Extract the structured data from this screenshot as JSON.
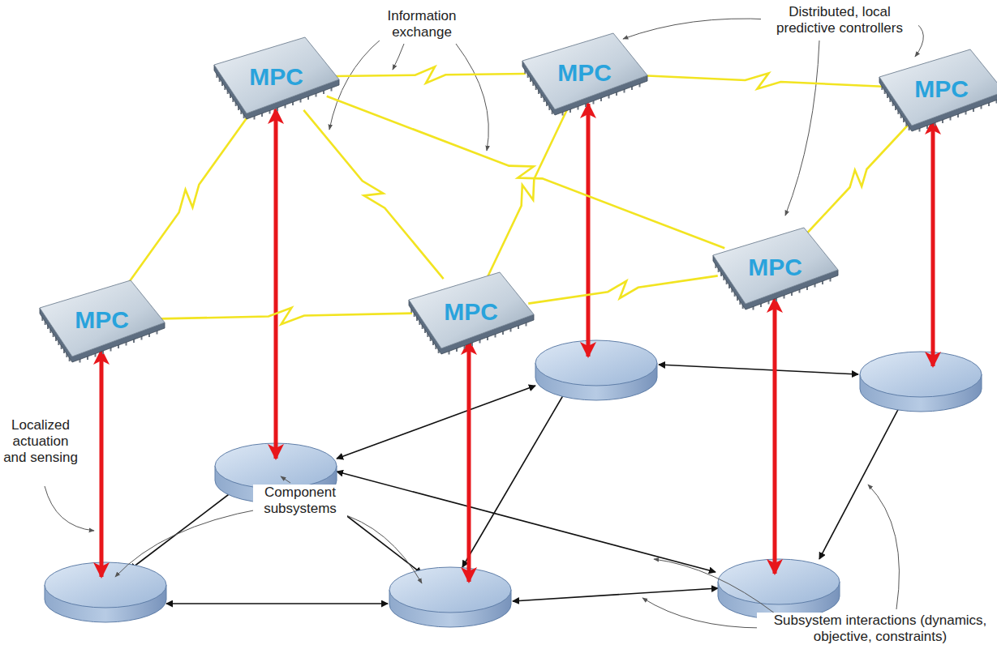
{
  "diagram": {
    "nodes": [
      {
        "text": [
          "MPC"
        ]
      },
      {
        "text": [
          "MPC"
        ]
      },
      {
        "text": [
          "MPC"
        ]
      },
      {
        "text": [
          "MPC"
        ]
      },
      {
        "text": [
          "MPC"
        ]
      },
      {
        "text": [
          "MPC"
        ]
      }
    ],
    "edges": [
      {
        "from": 0,
        "to": 1,
        "arrow": "none"
      },
      {
        "from": 1,
        "to": 2,
        "arrow": "none"
      },
      {
        "from": 4,
        "to": 0,
        "arrow": "none"
      },
      {
        "from": 0,
        "to": 5,
        "arrow": "none"
      },
      {
        "from": 0,
        "to": 3,
        "arrow": "none"
      },
      {
        "from": 4,
        "to": 5,
        "arrow": "none"
      },
      {
        "from": 5,
        "to": 1,
        "arrow": "none"
      },
      {
        "from": 5,
        "to": 3,
        "arrow": "none"
      },
      {
        "from": 3,
        "to": 2,
        "arrow": "none"
      }
    ],
    "labels": [
      "Distributed, local predictive controllers",
      "Information exchange",
      "Localized actuation and sensing",
      "Component subsystems",
      "Subsystem interactions (dynamics, objective, constraints)"
    ]
  }
}
